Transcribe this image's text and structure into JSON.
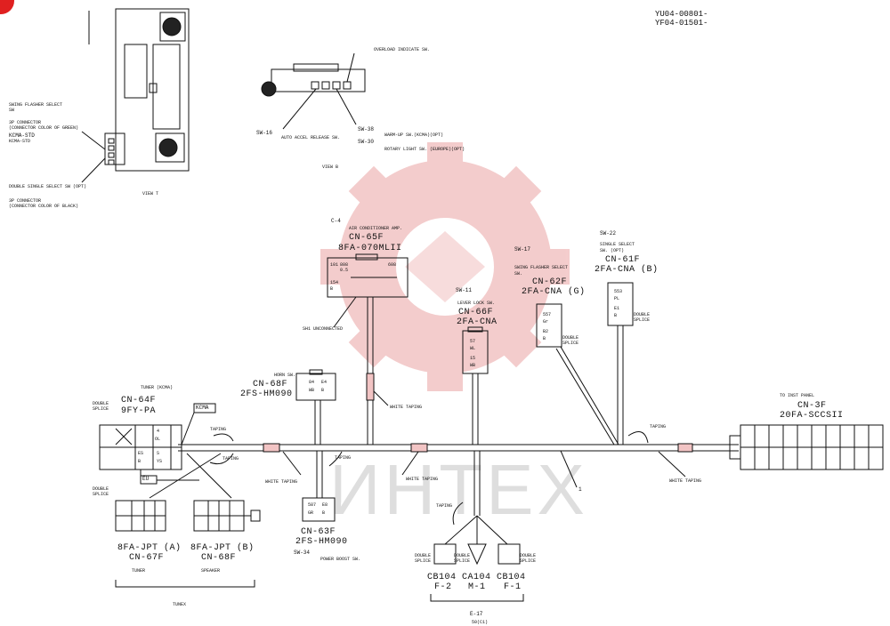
{
  "doc_ids": [
    "YU04-00801-",
    "YF04-01501-"
  ],
  "watermark": "ИНТЕХ",
  "view_t": {
    "swing_flasher": [
      "SWING FLASHER SELECT",
      "SW"
    ],
    "connector_green": [
      "3P CONNECTOR",
      "(CONNECTOR COLOR OF GREEN)"
    ],
    "kcma_std": [
      "KCMA-STD",
      "KCMA-STD"
    ],
    "double_single": "DOUBLE SINGLE SELECT SW (OPT)",
    "connector_black": [
      "3P CONNECTOR",
      "(CONNECTOR COLOR OF BLACK)"
    ],
    "title": "VIEW T"
  },
  "view_b": {
    "overload": "OVERLOAD INDICATE SW.",
    "sw16": "SW-16",
    "auto_accel": "AUTO ACCEL RELEASE SW.",
    "sw38": "SW-38",
    "warm_up": "WARM-UP SW.(KCMA)(OPT)",
    "sw30": "SW-30",
    "rotary": "ROTARY LIGHT SW. (EUROPE)(OPT)",
    "title": "VIEW B"
  },
  "c4": {
    "id": "C-4",
    "desc": "AIR CONDITIONER AMP.",
    "cn": "CN-65F",
    "part": "8FA-070MLII",
    "pins": [
      "101",
      "808",
      "0.5",
      "608",
      "154",
      "B"
    ],
    "unconnected": "SH1 UNCONNECTED"
  },
  "sw11": {
    "id": "SW-11",
    "desc": "LEVER LOCK SW.",
    "cn": "CN-66F",
    "part": "2FA-CNA",
    "pins": [
      "57",
      "WL",
      "15",
      "WB"
    ]
  },
  "sw17": {
    "id": "SW-17",
    "desc": [
      "SWING FLASHER SELECT",
      "SW."
    ],
    "cn": "CN-62F",
    "part": "2FA-CNA (G)",
    "pins": [
      "557",
      "Gr",
      "B2",
      "B"
    ],
    "splice": [
      "DOUBLE",
      "SPLICE"
    ]
  },
  "sw22": {
    "id": "SW-22",
    "desc": [
      "SINGLE SELECT",
      "SW. (OPT)"
    ],
    "cn": "CN-61F",
    "part": "2FA-CNA (B)",
    "pins": [
      "553",
      "PL",
      "E1",
      "B"
    ],
    "splice": [
      "DOUBLE",
      "SPLICE"
    ]
  },
  "horn": {
    "desc": "HORN SW.",
    "cn": "CN-68F",
    "part": "2FS-HM090",
    "pins": [
      "84",
      "E4",
      "WB",
      "B"
    ]
  },
  "tuner": {
    "desc": "TUNER (KCMA)",
    "tag": "KCMA",
    "cn": "CN-64F",
    "part": "9FY-PA",
    "splice": [
      "DOUBLE",
      "SPLICE"
    ],
    "splice2": [
      "DOUBLE",
      "SPLICE"
    ],
    "pins": [
      "4",
      "OL",
      "ES",
      "B",
      "S",
      "YS"
    ]
  },
  "eu": "EU",
  "tuner_conn": {
    "part": "8FA-JPT (A)",
    "cn": "CN-67F",
    "label": "TUNER"
  },
  "speaker_conn": {
    "part": "8FA-JPT (B)",
    "cn": "CN-68F",
    "label": "SPEAKER"
  },
  "tunex": "TUNEX",
  "cn63": {
    "cn": "CN-63F",
    "part": "2FS-HM090",
    "sw": "SW-34",
    "desc": "POWER BOOST SW.",
    "pins": [
      "587",
      "E8",
      "GR",
      "B"
    ]
  },
  "cn3": {
    "desc": "TO INST PANEL",
    "cn": "CN-3F",
    "part": "20FA-SCCSII"
  },
  "bottom": {
    "codes": [
      "CB104",
      "CA104",
      "CB104"
    ],
    "subs": [
      "F-2",
      "M-1",
      "F-1"
    ],
    "splice": [
      "DOUBLE",
      "SPLICE"
    ],
    "e17": "E-17",
    "sheet": "50(C1)"
  },
  "taping": "TAPING",
  "white_taping": "WHITE TAPING",
  "harness_num": "1"
}
